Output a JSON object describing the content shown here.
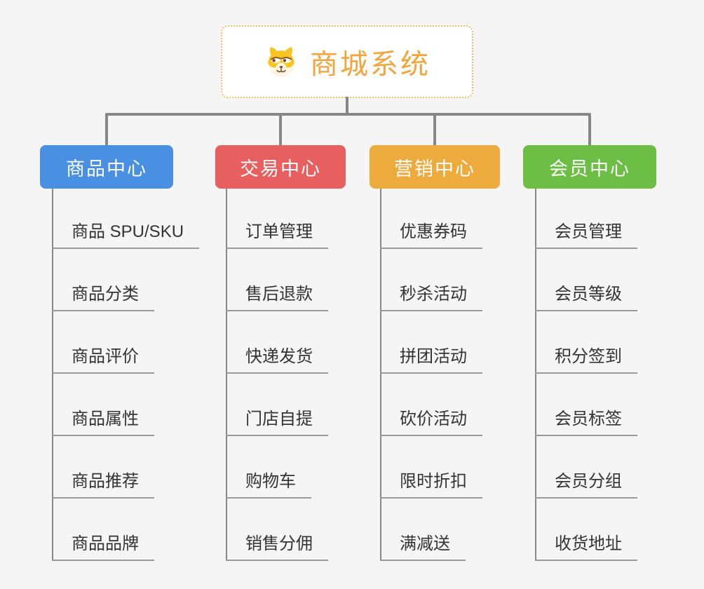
{
  "canvas": {
    "background": "#f5f5f5",
    "connector_color": "#878787",
    "leaf_line_color": "#9a9a9a",
    "leaf_text_color": "#333333"
  },
  "root": {
    "title": "商城系统",
    "icon": "shiba-dog-icon",
    "text_color": "#f2a53d",
    "border_color": "#f3bd66",
    "background": "#ffffff"
  },
  "branches": [
    {
      "label": "商品中心",
      "color": "#4a90e2",
      "children": [
        "商品 SPU/SKU",
        "商品分类",
        "商品评价",
        "商品属性",
        "商品推荐",
        "商品品牌"
      ]
    },
    {
      "label": "交易中心",
      "color": "#e75f5f",
      "children": [
        "订单管理",
        "售后退款",
        "快递发货",
        "门店自提",
        "购物车",
        "销售分佣"
      ]
    },
    {
      "label": "营销中心",
      "color": "#edaa3d",
      "children": [
        "优惠券码",
        "秒杀活动",
        "拼团活动",
        "砍价活动",
        "限时折扣",
        "满减送"
      ]
    },
    {
      "label": "会员中心",
      "color": "#6cbe45",
      "children": [
        "会员管理",
        "会员等级",
        "积分签到",
        "会员标签",
        "会员分组",
        "收货地址"
      ]
    }
  ]
}
